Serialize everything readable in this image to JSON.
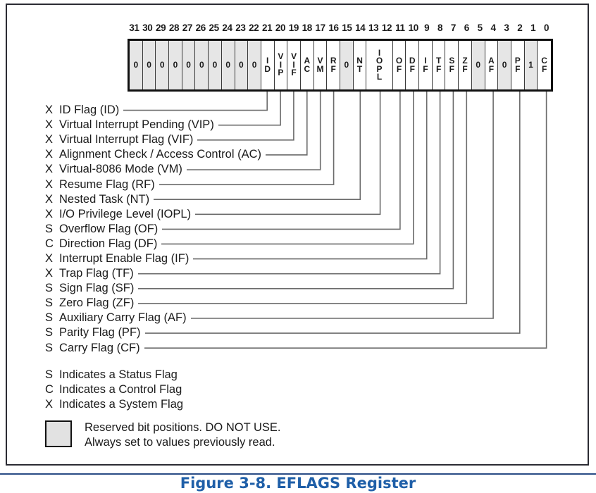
{
  "figure": {
    "caption": "Figure 3-8.  EFLAGS Register",
    "accent_color": "#1f5fa8",
    "rule_color": "#2a4c86",
    "frame_color": "#2b2b33",
    "reserved_fill": "#e6e6e6",
    "active_fill": "#ffffff"
  },
  "register": {
    "bit_numbers": [
      "31",
      "30",
      "29",
      "28",
      "27",
      "26",
      "25",
      "24",
      "23",
      "22",
      "21",
      "20",
      "19",
      "18",
      "17",
      "16",
      "15",
      "14",
      "13",
      "12",
      "11",
      "10",
      "9",
      "8",
      "7",
      "6",
      "5",
      "4",
      "3",
      "2",
      "1",
      "0"
    ],
    "cells": [
      {
        "label": "0",
        "bits": 1,
        "reserved": true
      },
      {
        "label": "0",
        "bits": 1,
        "reserved": true
      },
      {
        "label": "0",
        "bits": 1,
        "reserved": true
      },
      {
        "label": "0",
        "bits": 1,
        "reserved": true
      },
      {
        "label": "0",
        "bits": 1,
        "reserved": true
      },
      {
        "label": "0",
        "bits": 1,
        "reserved": true
      },
      {
        "label": "0",
        "bits": 1,
        "reserved": true
      },
      {
        "label": "0",
        "bits": 1,
        "reserved": true
      },
      {
        "label": "0",
        "bits": 1,
        "reserved": true
      },
      {
        "label": "0",
        "bits": 1,
        "reserved": true
      },
      {
        "label": "ID",
        "bits": 1,
        "reserved": false
      },
      {
        "label": "VIP",
        "bits": 1,
        "reserved": false
      },
      {
        "label": "VIF",
        "bits": 1,
        "reserved": false
      },
      {
        "label": "AC",
        "bits": 1,
        "reserved": false
      },
      {
        "label": "VM",
        "bits": 1,
        "reserved": false
      },
      {
        "label": "RF",
        "bits": 1,
        "reserved": false
      },
      {
        "label": "0",
        "bits": 1,
        "reserved": true
      },
      {
        "label": "NT",
        "bits": 1,
        "reserved": false
      },
      {
        "label": "IOPL",
        "bits": 2,
        "reserved": false
      },
      {
        "label": "OF",
        "bits": 1,
        "reserved": false
      },
      {
        "label": "DF",
        "bits": 1,
        "reserved": false
      },
      {
        "label": "IF",
        "bits": 1,
        "reserved": false
      },
      {
        "label": "TF",
        "bits": 1,
        "reserved": false
      },
      {
        "label": "SF",
        "bits": 1,
        "reserved": false
      },
      {
        "label": "ZF",
        "bits": 1,
        "reserved": false
      },
      {
        "label": "0",
        "bits": 1,
        "reserved": true
      },
      {
        "label": "AF",
        "bits": 1,
        "reserved": false
      },
      {
        "label": "0",
        "bits": 1,
        "reserved": true
      },
      {
        "label": "PF",
        "bits": 1,
        "reserved": false
      },
      {
        "label": "1",
        "bits": 1,
        "reserved": true
      },
      {
        "label": "CF",
        "bits": 1,
        "reserved": false
      }
    ]
  },
  "flags": [
    {
      "kind": "X",
      "label": "ID Flag (ID)"
    },
    {
      "kind": "X",
      "label": "Virtual Interrupt Pending (VIP)"
    },
    {
      "kind": "X",
      "label": "Virtual Interrupt Flag (VIF)"
    },
    {
      "kind": "X",
      "label": "Alignment Check / Access Control (AC)"
    },
    {
      "kind": "X",
      "label": "Virtual-8086 Mode (VM)"
    },
    {
      "kind": "X",
      "label": "Resume Flag (RF)"
    },
    {
      "kind": "X",
      "label": "Nested Task (NT)"
    },
    {
      "kind": "X",
      "label": "I/O Privilege Level (IOPL)"
    },
    {
      "kind": "S",
      "label": "Overflow Flag (OF)"
    },
    {
      "kind": "C",
      "label": "Direction Flag (DF)"
    },
    {
      "kind": "X",
      "label": "Interrupt Enable Flag (IF)"
    },
    {
      "kind": "X",
      "label": "Trap Flag (TF)"
    },
    {
      "kind": "S",
      "label": "Sign Flag (SF)"
    },
    {
      "kind": "S",
      "label": "Zero Flag (ZF)"
    },
    {
      "kind": "S",
      "label": "Auxiliary Carry Flag (AF)"
    },
    {
      "kind": "S",
      "label": "Parity Flag (PF)"
    },
    {
      "kind": "S",
      "label": "Carry Flag (CF)"
    }
  ],
  "legend": {
    "kinds": [
      {
        "kind": "S",
        "text": "Indicates a Status Flag"
      },
      {
        "kind": "C",
        "text": "Indicates a Control Flag"
      },
      {
        "kind": "X",
        "text": "Indicates a System Flag"
      }
    ],
    "reserved_line1": "Reserved bit positions. DO NOT USE.",
    "reserved_line2": "Always set to values previously read."
  }
}
